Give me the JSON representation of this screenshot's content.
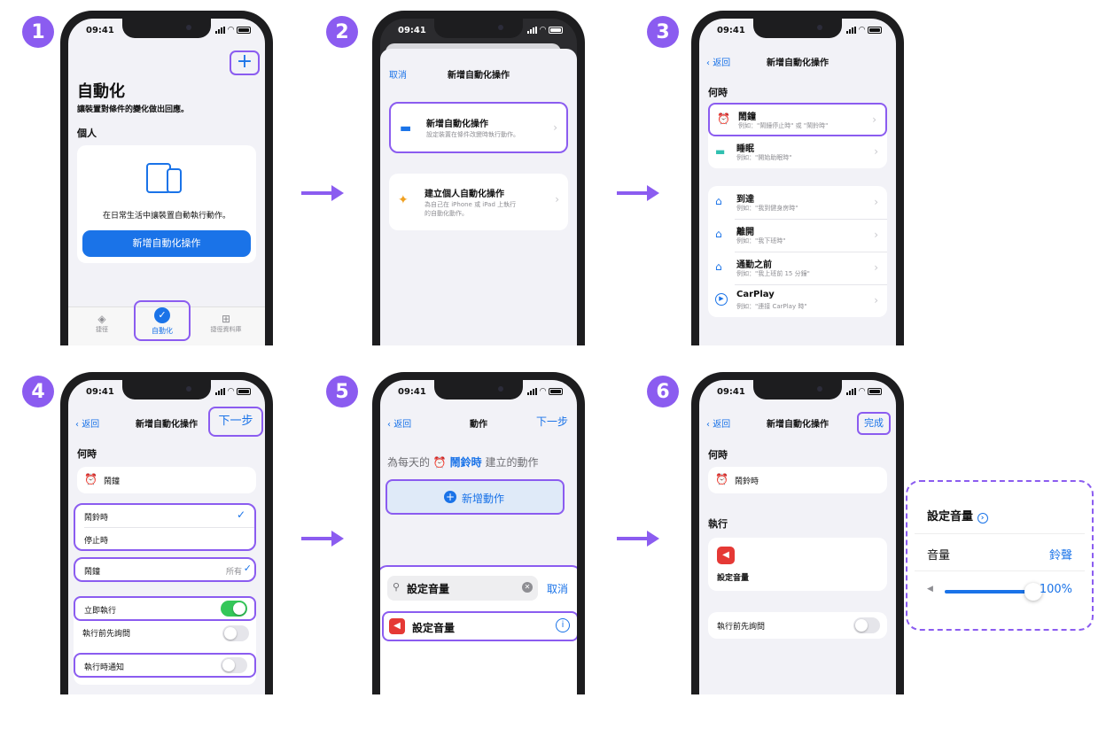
{
  "colors": {
    "accent": "#8b5cf0",
    "blue": "#1a73e8",
    "green": "#34c759",
    "red": "#e53935"
  },
  "badges": [
    "1",
    "2",
    "3",
    "4",
    "5",
    "6"
  ],
  "status_time": "09:41",
  "p1": {
    "title": "自動化",
    "subtitle": "讓裝置對條件的變化做出回應。",
    "section": "個人",
    "card_text": "在日常生活中讓裝置自動執行動作。",
    "button": "新增自動化操作",
    "plus": "+",
    "tabs": [
      "捷徑",
      "自動化",
      "捷徑資料庫"
    ]
  },
  "p2": {
    "cancel": "取消",
    "title": "新增自動化操作",
    "opt1_title": "新增自動化操作",
    "opt1_sub": "設定裝置在條件改變時執行動作。",
    "opt2_title": "建立個人自動化操作",
    "opt2_sub1": "為自己在 iPhone 或 iPad 上執行",
    "opt2_sub2": "的自動化動作。"
  },
  "p3": {
    "back": "返回",
    "title": "新增自動化操作",
    "section": "何時",
    "items": [
      {
        "label": "鬧鐘",
        "sub": "例如：\"鬧鐘停止時\" 或 \"鬧鈴時\""
      },
      {
        "label": "睡眠",
        "sub": "例如：\"開始助眠時\""
      },
      {
        "label": "到達",
        "sub": "例如：\"我到健身房時\""
      },
      {
        "label": "離開",
        "sub": "例如：\"我下班時\""
      },
      {
        "label": "通勤之前",
        "sub": "例如：\"我上班前 15 分鐘\""
      },
      {
        "label": "CarPlay",
        "sub": "例如：\"連接 CarPlay 時\""
      }
    ]
  },
  "p4": {
    "back": "返回",
    "title": "新增自動化操作",
    "next": "下一步",
    "section": "何時",
    "alarm": "鬧鐘",
    "opt1": "鬧鈴時",
    "opt2": "停止時",
    "check": "✓",
    "row_alarm": "鬧鐘",
    "row_alarm_value": "所有",
    "run_immediately": "立即執行",
    "ask_before": "執行前先詢問",
    "notify": "執行時通知"
  },
  "p5": {
    "back": "返回",
    "title": "動作",
    "next": "下一步",
    "desc_pre": "為每天的",
    "desc_hl": "鬧鈴時",
    "desc_post": "建立的動作",
    "add_action": "新增動作",
    "search_value": "設定音量",
    "cancel": "取消",
    "result": "設定音量"
  },
  "p6": {
    "back": "返回",
    "title": "新增自動化操作",
    "done": "完成",
    "section": "何時",
    "trigger": "鬧鈴時",
    "run_section": "執行",
    "action": "設定音量",
    "ask_before": "執行前先詢問"
  },
  "popup": {
    "title": "設定音量",
    "label": "音量",
    "value_label": "鈴聲",
    "percent": "100%",
    "level": 1.0
  }
}
